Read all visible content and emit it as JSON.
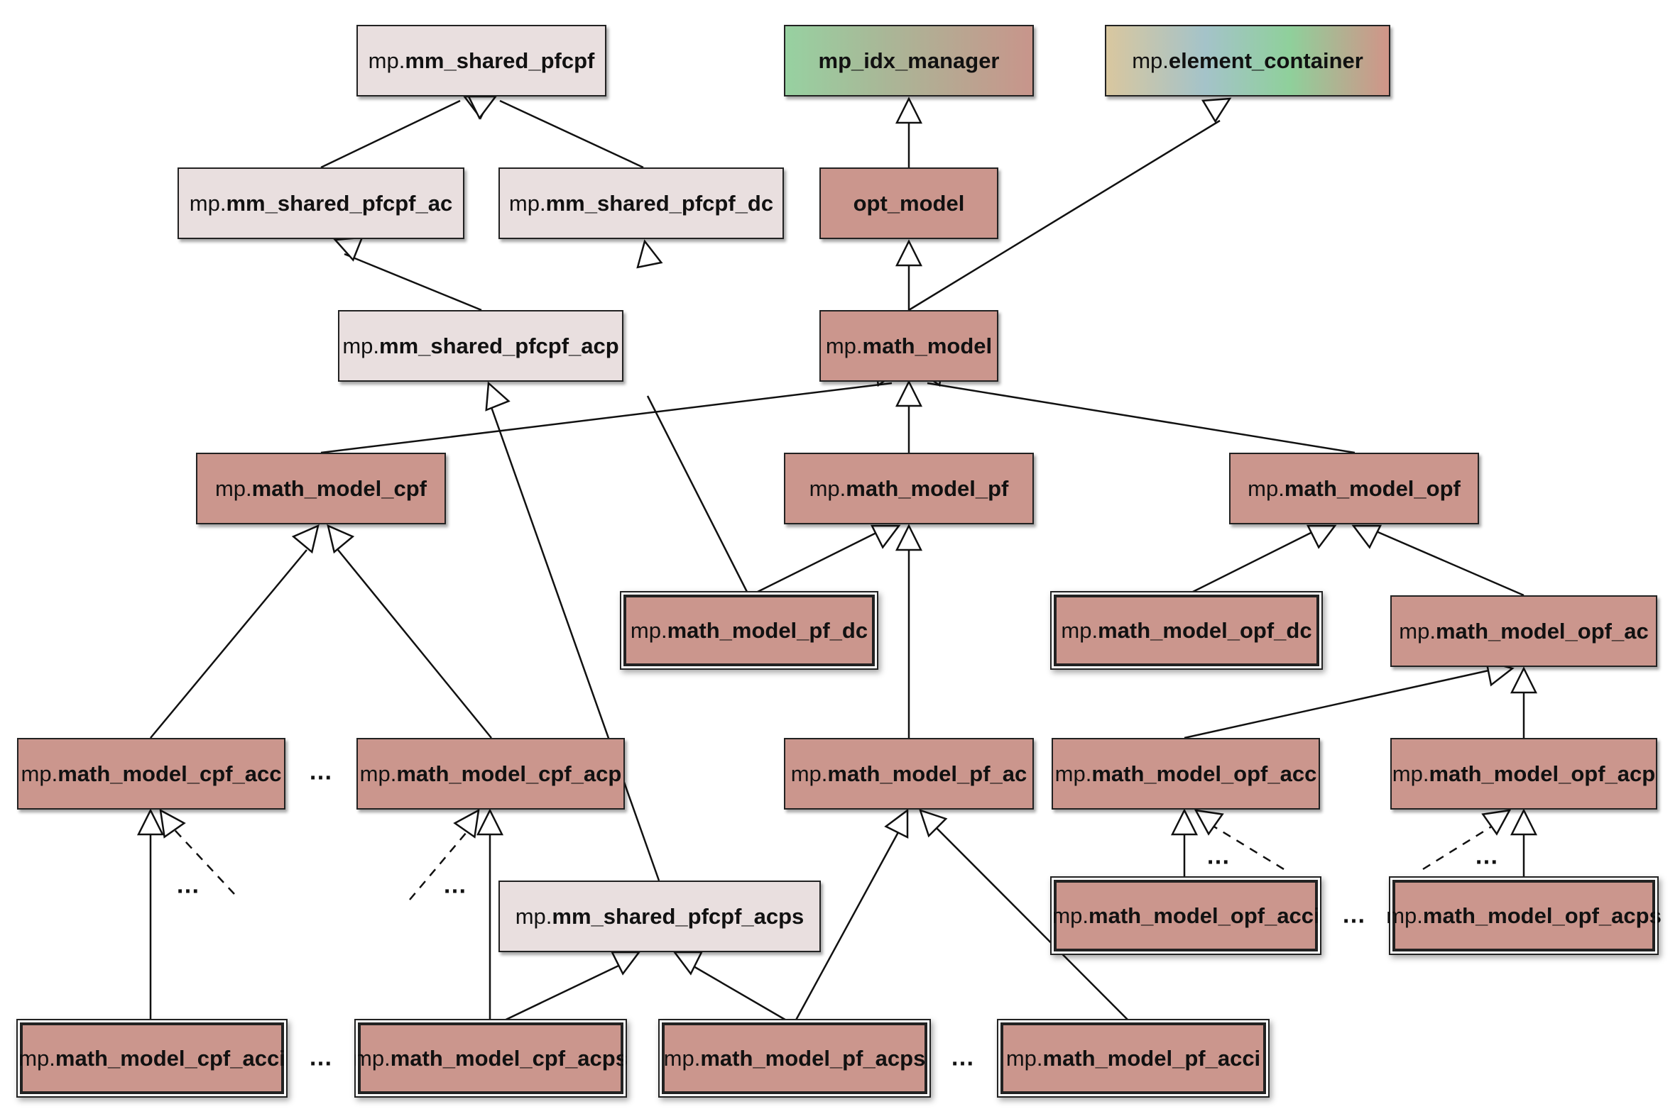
{
  "nodes": [
    {
      "id": "mm_shared_pfcpf",
      "prefix": "mp.",
      "name": "mm_shared_pfcpf",
      "style": "shared"
    },
    {
      "id": "mp_idx_manager",
      "prefix": "",
      "name": "mp_idx_manager",
      "style": "idx"
    },
    {
      "id": "element_container",
      "prefix": "mp.",
      "name": "element_container",
      "style": "container"
    },
    {
      "id": "mm_shared_pfcpf_ac",
      "prefix": "mp.",
      "name": "mm_shared_pfcpf_ac",
      "style": "shared"
    },
    {
      "id": "mm_shared_pfcpf_dc",
      "prefix": "mp.",
      "name": "mm_shared_pfcpf_dc",
      "style": "shared"
    },
    {
      "id": "opt_model",
      "prefix": "",
      "name": "opt_model",
      "style": "model"
    },
    {
      "id": "mm_shared_pfcpf_acp",
      "prefix": "mp.",
      "name": "mm_shared_pfcpf_acp",
      "style": "shared"
    },
    {
      "id": "math_model",
      "prefix": "mp.",
      "name": "math_model",
      "style": "model"
    },
    {
      "id": "math_model_cpf",
      "prefix": "mp.",
      "name": "math_model_cpf",
      "style": "model"
    },
    {
      "id": "math_model_pf",
      "prefix": "mp.",
      "name": "math_model_pf",
      "style": "model"
    },
    {
      "id": "math_model_opf",
      "prefix": "mp.",
      "name": "math_model_opf",
      "style": "model"
    },
    {
      "id": "math_model_pf_dc",
      "prefix": "mp.",
      "name": "math_model_pf_dc",
      "style": "model leaf"
    },
    {
      "id": "math_model_opf_dc",
      "prefix": "mp.",
      "name": "math_model_opf_dc",
      "style": "model leaf"
    },
    {
      "id": "math_model_opf_ac",
      "prefix": "mp.",
      "name": "math_model_opf_ac",
      "style": "model"
    },
    {
      "id": "math_model_cpf_acc",
      "prefix": "mp.",
      "name": "math_model_cpf_acc",
      "style": "model"
    },
    {
      "id": "math_model_cpf_acp",
      "prefix": "mp.",
      "name": "math_model_cpf_acp",
      "style": "model"
    },
    {
      "id": "math_model_pf_ac",
      "prefix": "mp.",
      "name": "math_model_pf_ac",
      "style": "model"
    },
    {
      "id": "math_model_opf_acc",
      "prefix": "mp.",
      "name": "math_model_opf_acc",
      "style": "model"
    },
    {
      "id": "math_model_opf_acp",
      "prefix": "mp.",
      "name": "math_model_opf_acp",
      "style": "model"
    },
    {
      "id": "mm_shared_pfcpf_acps",
      "prefix": "mp.",
      "name": "mm_shared_pfcpf_acps",
      "style": "shared"
    },
    {
      "id": "math_model_opf_acci",
      "prefix": "mp.",
      "name": "math_model_opf_acci",
      "style": "model leaf"
    },
    {
      "id": "math_model_opf_acps",
      "prefix": "mp.",
      "name": "math_model_opf_acps",
      "style": "model leaf"
    },
    {
      "id": "math_model_cpf_acci",
      "prefix": "mp.",
      "name": "math_model_cpf_acci",
      "style": "model leaf"
    },
    {
      "id": "math_model_cpf_acps",
      "prefix": "mp.",
      "name": "math_model_cpf_acps",
      "style": "model leaf"
    },
    {
      "id": "math_model_pf_acps",
      "prefix": "mp.",
      "name": "math_model_pf_acps",
      "style": "model leaf"
    },
    {
      "id": "math_model_pf_acci",
      "prefix": "mp.",
      "name": "math_model_pf_acci",
      "style": "model leaf"
    }
  ],
  "edges": [
    {
      "from": "mm_shared_pfcpf_ac",
      "to": "mm_shared_pfcpf"
    },
    {
      "from": "mm_shared_pfcpf_dc",
      "to": "mm_shared_pfcpf"
    },
    {
      "from": "opt_model",
      "to": "mp_idx_manager"
    },
    {
      "from": "math_model",
      "to": "opt_model"
    },
    {
      "from": "math_model",
      "to": "element_container"
    },
    {
      "from": "mm_shared_pfcpf_acp",
      "to": "mm_shared_pfcpf_ac"
    },
    {
      "from": "math_model_cpf",
      "to": "math_model"
    },
    {
      "from": "math_model_pf",
      "to": "math_model"
    },
    {
      "from": "math_model_opf",
      "to": "math_model"
    },
    {
      "from": "math_model_pf_dc",
      "to": "mm_shared_pfcpf_dc"
    },
    {
      "from": "math_model_pf_dc",
      "to": "math_model_pf"
    },
    {
      "from": "math_model_pf_ac",
      "to": "math_model_pf"
    },
    {
      "from": "math_model_opf_dc",
      "to": "math_model_opf"
    },
    {
      "from": "math_model_opf_ac",
      "to": "math_model_opf"
    },
    {
      "from": "math_model_cpf_acc",
      "to": "math_model_cpf"
    },
    {
      "from": "math_model_cpf_acp",
      "to": "math_model_cpf"
    },
    {
      "from": "mm_shared_pfcpf_acps",
      "to": "mm_shared_pfcpf_acp"
    },
    {
      "from": "math_model_opf_acc",
      "to": "math_model_opf_ac"
    },
    {
      "from": "math_model_opf_acp",
      "to": "math_model_opf_ac"
    },
    {
      "from": "math_model_cpf_acci",
      "to": "math_model_cpf_acc"
    },
    {
      "from": "math_model_cpf_acps",
      "to": "math_model_cpf_acp"
    },
    {
      "from": "math_model_cpf_acps",
      "to": "mm_shared_pfcpf_acps"
    },
    {
      "from": "math_model_pf_acps",
      "to": "mm_shared_pfcpf_acps"
    },
    {
      "from": "math_model_pf_acps",
      "to": "math_model_pf_ac"
    },
    {
      "from": "math_model_pf_acci",
      "to": "math_model_pf_ac"
    },
    {
      "from": "math_model_opf_acci",
      "to": "math_model_opf_acc"
    },
    {
      "from": "math_model_opf_acps",
      "to": "math_model_opf_acp"
    }
  ],
  "ellipsis": "…"
}
